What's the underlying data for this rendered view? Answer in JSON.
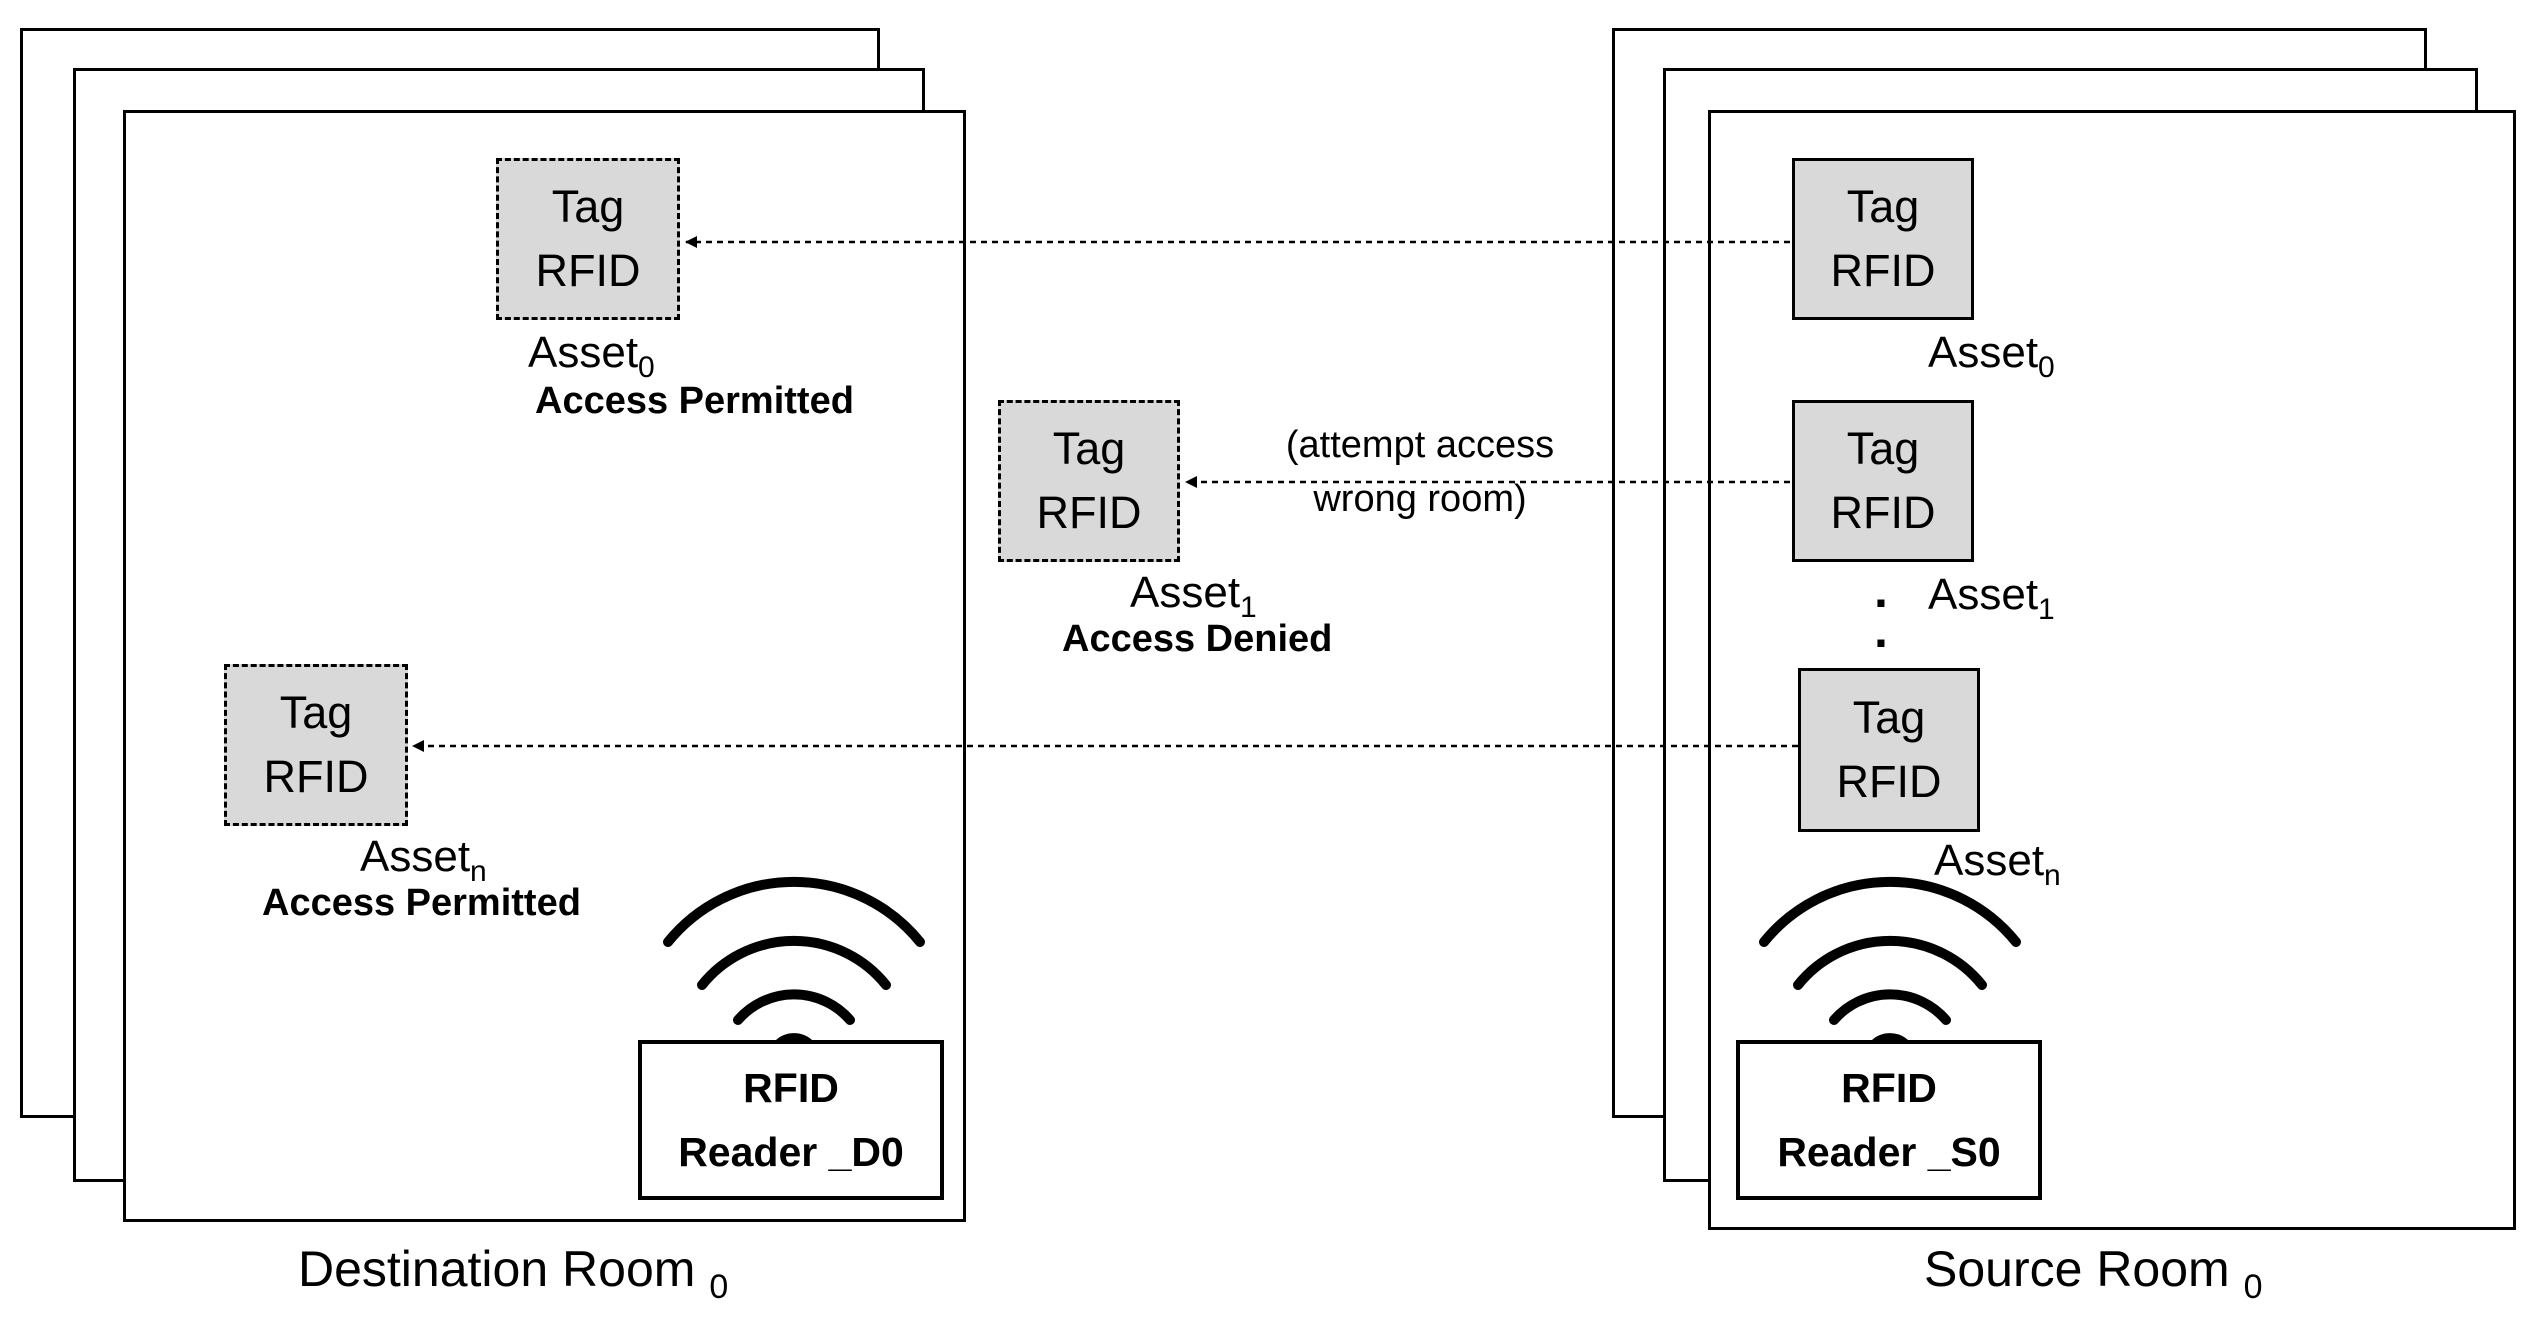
{
  "destination": {
    "room_label": "Destination Room",
    "room_index": "0",
    "tags": [
      {
        "line1": "Tag",
        "line2": "RFID",
        "asset": "Asset",
        "asset_sub": "0",
        "status": "Access Permitted"
      },
      {
        "line1": "Tag",
        "line2": "RFID",
        "asset": "Asset",
        "asset_sub": "n",
        "status": "Access Permitted"
      }
    ],
    "reader": {
      "line1": "RFID",
      "line2": "Reader _D0"
    }
  },
  "denied": {
    "tag": {
      "line1": "Tag",
      "line2": "RFID",
      "asset": "Asset",
      "asset_sub": "1",
      "status": "Access Denied"
    },
    "note_line1": "(attempt access",
    "note_line2": "wrong room)"
  },
  "source": {
    "room_label": "Source Room",
    "room_index": "0",
    "tags": [
      {
        "line1": "Tag",
        "line2": "RFID",
        "asset": "Asset",
        "asset_sub": "0"
      },
      {
        "line1": "Tag",
        "line2": "RFID",
        "asset": "Asset",
        "asset_sub": "1"
      },
      {
        "line1": "Tag",
        "line2": "RFID",
        "asset": "Asset",
        "asset_sub": "n"
      }
    ],
    "ellipsis": "·",
    "reader": {
      "line1": "RFID",
      "line2": "Reader _S0"
    }
  }
}
